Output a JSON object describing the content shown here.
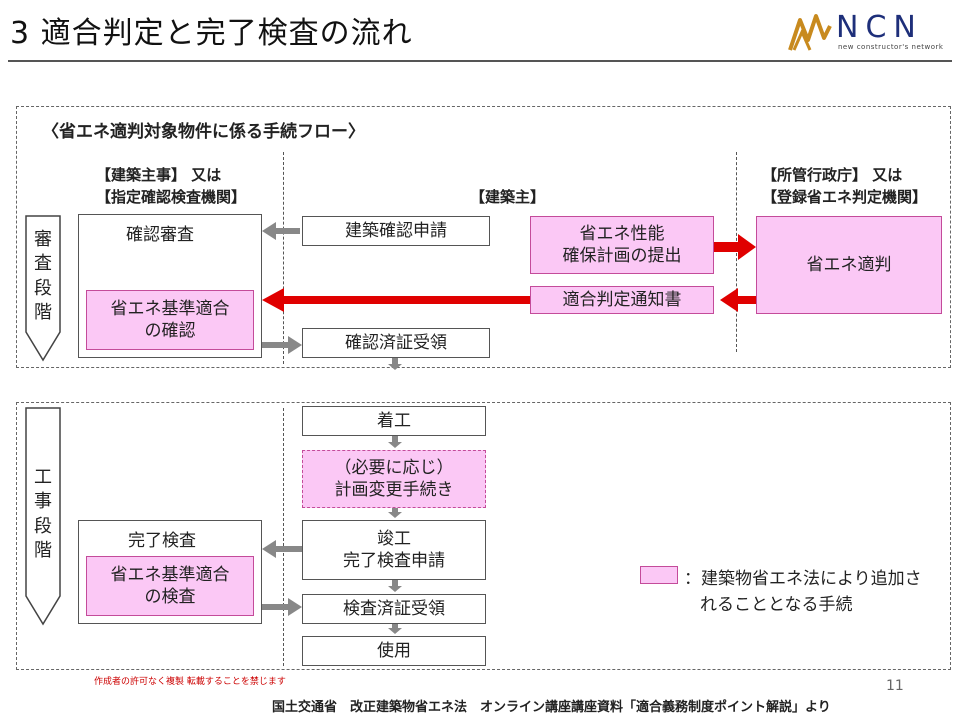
{
  "header": {
    "title": "3 適合判定と完了検査の流れ",
    "logo": "NCN",
    "logo_sub": "new constructor's network"
  },
  "top_panel": {
    "heading": "〈省エネ適判対象物件に係る手続フロー〉",
    "col_left_line1": "【建築主事】 又は",
    "col_left_line2": "【指定確認検査機関】",
    "col_center": "【建築主】",
    "col_right_line1": "【所管行政庁】 又は",
    "col_right_line2": "【登録省エネ判定機関】",
    "stage_label": [
      "審",
      "査",
      "段",
      "階"
    ],
    "review_box": "確認審査",
    "energy_confirm_line1": "省エネ基準適合",
    "energy_confirm_line2": "の確認",
    "building_application": "建築確認申請",
    "plan_submit_line1": "省エネ性能",
    "plan_submit_line2": "確保計画の提出",
    "energy_judgement": "省エネ適判",
    "notice": "適合判定通知書",
    "receipt": "確認済証受領"
  },
  "bottom_panel": {
    "stage_label": [
      "工",
      "事",
      "段",
      "階"
    ],
    "start": "着工",
    "change_line1": "（必要に応じ）",
    "change_line2": "計画変更手続き",
    "completion_line1": "竣工",
    "completion_line2": "完了検査申請",
    "final_inspection": "完了検査",
    "energy_inspect_line1": "省エネ基準適合",
    "energy_inspect_line2": "の検査",
    "inspection_receipt": "検査済証受領",
    "use": "使用",
    "legend_line1": "：建築物省エネ法により追加さ",
    "legend_line2": "れることとなる手続"
  },
  "footer": {
    "notice": "作成者の許可なく複製 転載することを禁じます",
    "page": "11",
    "source": "国土交通省　改正建築物省エネ法　オンライン講座講座資料「適合義務制度ポイント解説」より"
  },
  "colors": {
    "pink_fill": "#fbc8f5",
    "pink_border": "#c44b9a",
    "red_arrow": "#e00000",
    "gray_arrow": "#888888",
    "logo_blue": "#1e2f7a"
  }
}
